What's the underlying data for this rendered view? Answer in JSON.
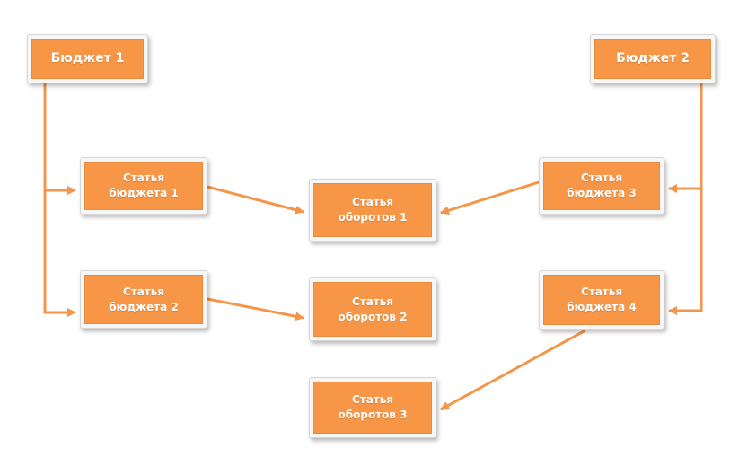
{
  "colors": {
    "node_fill": "#f79646",
    "connector": "#f4954a",
    "node_frame": "#f7f7f7"
  },
  "nodes": {
    "budget1": "Бюджет 1",
    "budget2": "Бюджет 2",
    "item1": "Статья\nбюджета 1",
    "item2": "Статья\nбюджета 2",
    "item3": "Статья\nбюджета 3",
    "item4": "Статья\nбюджета 4",
    "turnover1": "Статья\nоборотов 1",
    "turnover2": "Статья\nоборотов 2",
    "turnover3": "Статья\nоборотов 3"
  },
  "edges": [
    {
      "from": "budget1",
      "to": "item1"
    },
    {
      "from": "budget1",
      "to": "item2"
    },
    {
      "from": "budget2",
      "to": "item3"
    },
    {
      "from": "budget2",
      "to": "item4"
    },
    {
      "from": "item1",
      "to": "turnover1"
    },
    {
      "from": "item3",
      "to": "turnover1"
    },
    {
      "from": "item2",
      "to": "turnover2"
    },
    {
      "from": "item4",
      "to": "turnover3"
    }
  ]
}
